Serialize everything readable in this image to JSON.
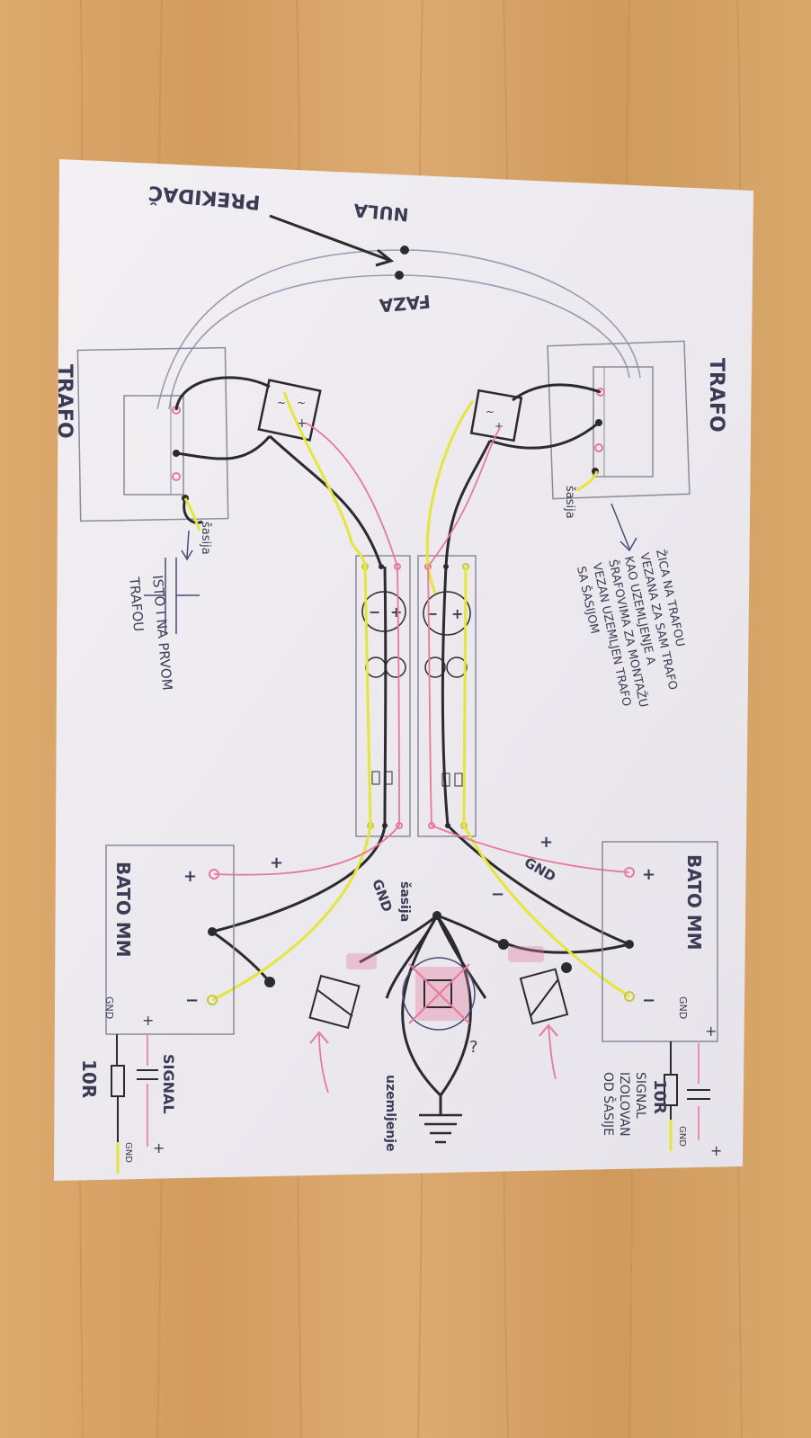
{
  "colors": {
    "wood": "#d9a66a",
    "wood_dark": "#c48f55",
    "paper": "#efedf1",
    "pencil": "#8a8aa0",
    "ink": "#2b2b2e",
    "blue_ink": "#4a4a78",
    "pink": "#e8789c",
    "yellow": "#e4e63a"
  },
  "labels": {
    "prekidac": "PREKIDAČ",
    "nula": "NULA",
    "faza": "FAZA",
    "trafo_left": "TRAFO",
    "trafo_right": "TRAFO",
    "sasija_left_trafo": "šasija",
    "sasija_right_trafo": "šasija",
    "sasija_center": "šasija",
    "uzemljenje": "uzemljenje",
    "gnd_left": "GND",
    "gnd_right": "GND",
    "bato_left": "BATO MM",
    "bato_right": "BATO MM",
    "plus": "+",
    "minus": "−",
    "gnd_small_left": "GND",
    "gnd_small_right": "GND",
    "gnd_tail_left": "GND",
    "gnd_tail_right": "GND",
    "res_left": "10R",
    "res_right": "10R",
    "signal_left": "SIGNAL",
    "note_right": [
      "ŽICA NA TRAFOU",
      "VEZANA ZA SAM TRAFO",
      "KAO UZEMLJENJE A",
      "ŠRAFOVIMA ZA MONTAŽU",
      "VEZAN UZEMLJEN TRAFO",
      "SA ŠASIJOM"
    ],
    "note_right_signal": [
      "SIGNAL",
      "IZOLOVAN",
      "OD ŠASIJE"
    ],
    "note_left": [
      "ISTO I NA PRVOM",
      "TRAFOU"
    ],
    "question": "?"
  }
}
